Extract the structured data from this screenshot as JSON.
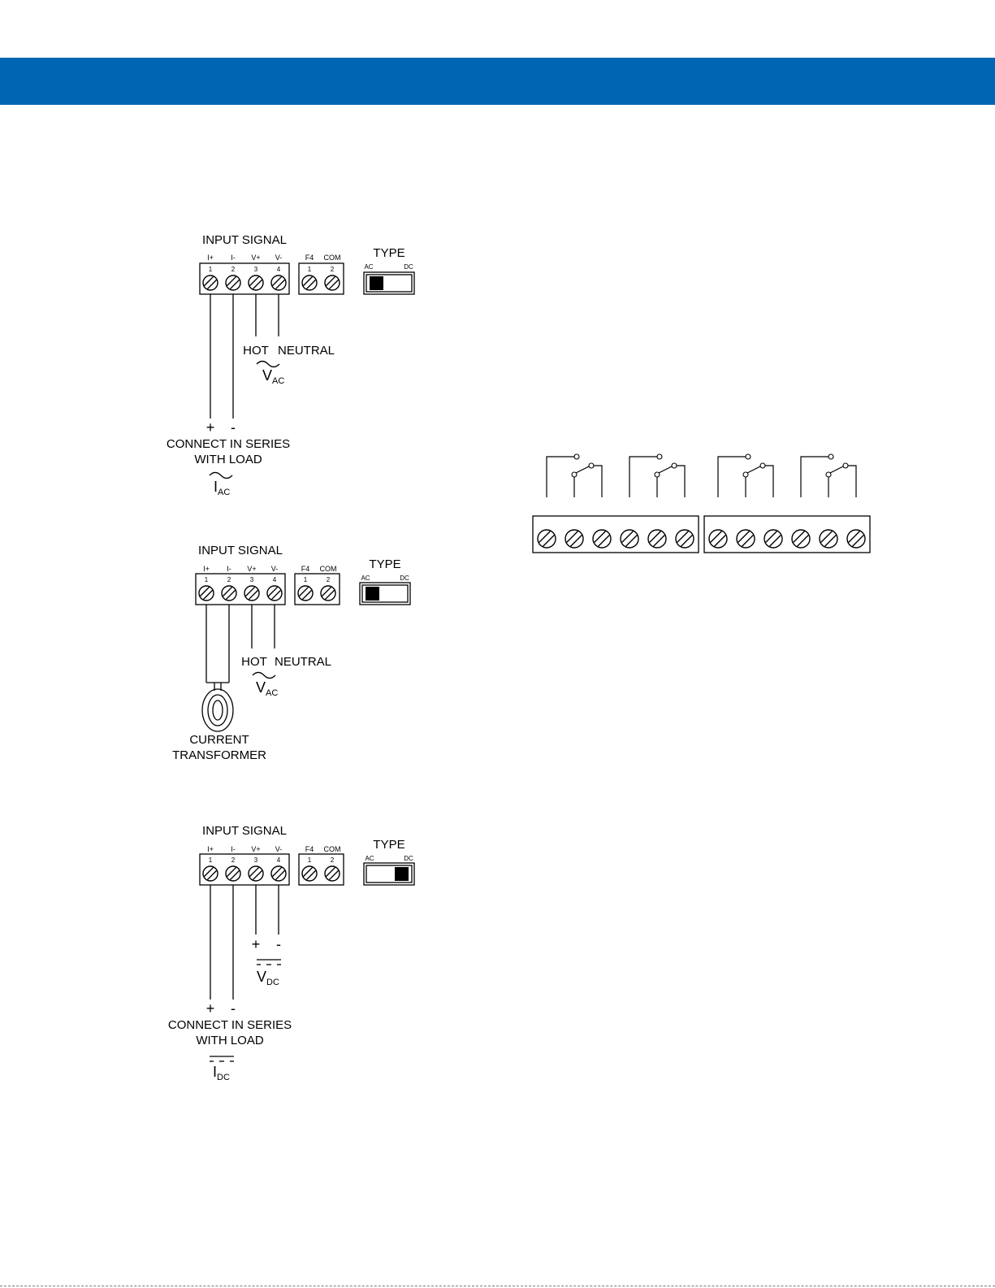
{
  "colors": {
    "header_band": "#0066b3",
    "ink": "#000000"
  },
  "input_panel": {
    "title": "INPUT SIGNAL",
    "terminal_labels": [
      "I+",
      "I-",
      "V+",
      "V-"
    ],
    "terminal_numbers": [
      "1",
      "2",
      "3",
      "4"
    ],
    "aux_labels": [
      "F4",
      "COM"
    ],
    "aux_numbers": [
      "1",
      "2"
    ],
    "switch_title": "TYPE",
    "switch_left": "AC",
    "switch_right": "DC"
  },
  "diagram_ac_series": {
    "switch_position": "AC",
    "hot": "HOT",
    "neutral": "NEUTRAL",
    "v_symbol": "V",
    "v_sub": "AC",
    "plus": "+",
    "minus": "-",
    "series_line1": "CONNECT IN SERIES",
    "series_line2": "WITH LOAD",
    "i_symbol": "I",
    "i_sub": "AC"
  },
  "diagram_ct": {
    "switch_position": "AC",
    "hot": "HOT",
    "neutral": "NEUTRAL",
    "v_symbol": "V",
    "v_sub": "AC",
    "ct_line1": "CURRENT",
    "ct_line2": "TRANSFORMER"
  },
  "diagram_dc": {
    "switch_position": "DC",
    "v_plus": "+",
    "v_minus": "-",
    "v_symbol": "V",
    "v_sub": "DC",
    "plus": "+",
    "minus": "-",
    "series_line1": "CONNECT IN SERIES",
    "series_line2": "WITH LOAD",
    "i_symbol": "I",
    "i_sub": "DC"
  },
  "relay_block": {
    "relay_count": 4,
    "terminal_count": 12
  }
}
